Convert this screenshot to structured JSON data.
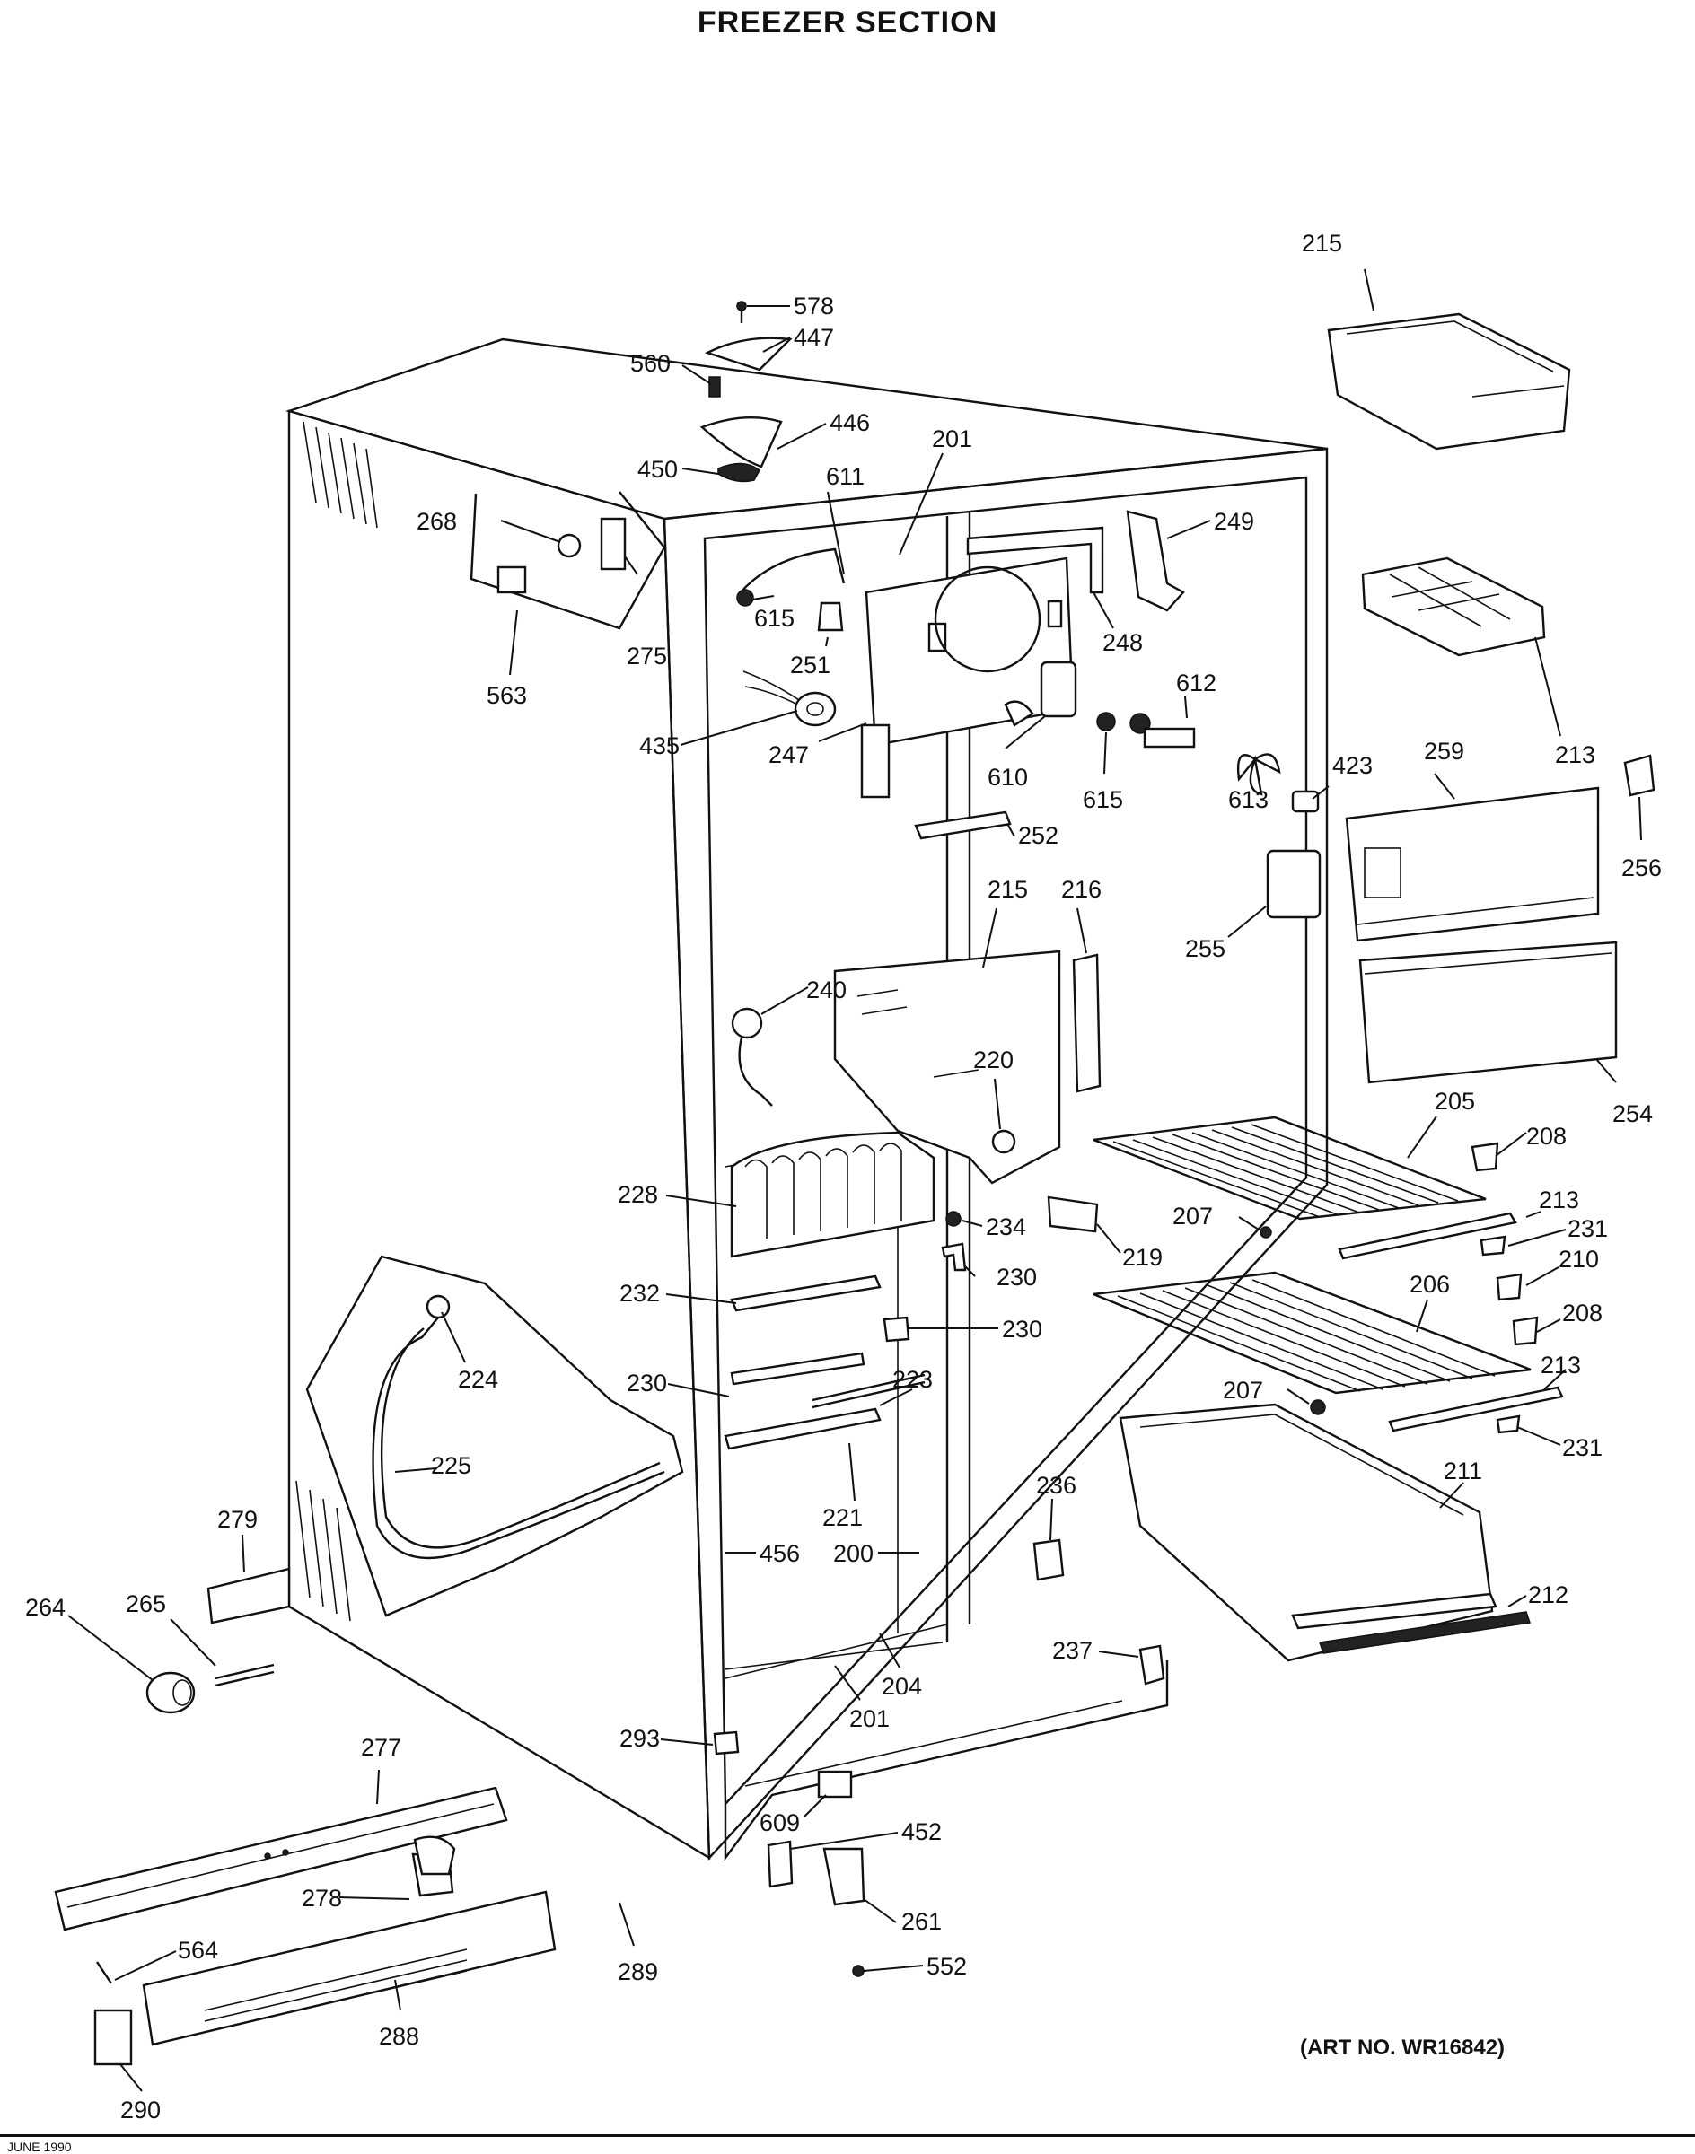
{
  "title": "FREEZER SECTION",
  "art_no": "(ART NO. WR16842)",
  "footer_code": "JUNE 1990",
  "callouts": [
    {
      "id": "c578",
      "label": "578"
    },
    {
      "id": "c447",
      "label": "447"
    },
    {
      "id": "c560",
      "label": "560"
    },
    {
      "id": "c446",
      "label": "446"
    },
    {
      "id": "c450",
      "label": "450"
    },
    {
      "id": "c201a",
      "label": "201"
    },
    {
      "id": "c611",
      "label": "611"
    },
    {
      "id": "c268",
      "label": "268"
    },
    {
      "id": "c249",
      "label": "249"
    },
    {
      "id": "c615a",
      "label": "615"
    },
    {
      "id": "c248",
      "label": "248"
    },
    {
      "id": "c275",
      "label": "275"
    },
    {
      "id": "c251",
      "label": "251"
    },
    {
      "id": "c563",
      "label": "563"
    },
    {
      "id": "c612",
      "label": "612"
    },
    {
      "id": "c435",
      "label": "435"
    },
    {
      "id": "c247",
      "label": "247"
    },
    {
      "id": "c610",
      "label": "610"
    },
    {
      "id": "c615b",
      "label": "615"
    },
    {
      "id": "c423",
      "label": "423"
    },
    {
      "id": "c613",
      "label": "613"
    },
    {
      "id": "c252",
      "label": "252"
    },
    {
      "id": "c215a",
      "label": "215"
    },
    {
      "id": "c215b",
      "label": "215"
    },
    {
      "id": "c216",
      "label": "216"
    },
    {
      "id": "c213a",
      "label": "213"
    },
    {
      "id": "c259",
      "label": "259"
    },
    {
      "id": "c256",
      "label": "256"
    },
    {
      "id": "c255",
      "label": "255"
    },
    {
      "id": "c240",
      "label": "240"
    },
    {
      "id": "c220",
      "label": "220"
    },
    {
      "id": "c254",
      "label": "254"
    },
    {
      "id": "c205",
      "label": "205"
    },
    {
      "id": "c208a",
      "label": "208"
    },
    {
      "id": "c228",
      "label": "228"
    },
    {
      "id": "c234",
      "label": "234"
    },
    {
      "id": "c207a",
      "label": "207"
    },
    {
      "id": "c213b",
      "label": "213"
    },
    {
      "id": "c231a",
      "label": "231"
    },
    {
      "id": "c219",
      "label": "219"
    },
    {
      "id": "c210",
      "label": "210"
    },
    {
      "id": "c230a",
      "label": "230"
    },
    {
      "id": "c232",
      "label": "232"
    },
    {
      "id": "c206",
      "label": "206"
    },
    {
      "id": "c208b",
      "label": "208"
    },
    {
      "id": "c230b",
      "label": "230"
    },
    {
      "id": "c224",
      "label": "224"
    },
    {
      "id": "c213c",
      "label": "213"
    },
    {
      "id": "c230c",
      "label": "230"
    },
    {
      "id": "c223",
      "label": "223"
    },
    {
      "id": "c207b",
      "label": "207"
    },
    {
      "id": "c231b",
      "label": "231"
    },
    {
      "id": "c225",
      "label": "225"
    },
    {
      "id": "c211",
      "label": "211"
    },
    {
      "id": "c236",
      "label": "236"
    },
    {
      "id": "c221",
      "label": "221"
    },
    {
      "id": "c279",
      "label": "279"
    },
    {
      "id": "c456",
      "label": "456"
    },
    {
      "id": "c200",
      "label": "200"
    },
    {
      "id": "c212",
      "label": "212"
    },
    {
      "id": "c264",
      "label": "264"
    },
    {
      "id": "c265",
      "label": "265"
    },
    {
      "id": "c237",
      "label": "237"
    },
    {
      "id": "c204",
      "label": "204"
    },
    {
      "id": "c201b",
      "label": "201"
    },
    {
      "id": "c293",
      "label": "293"
    },
    {
      "id": "c277",
      "label": "277"
    },
    {
      "id": "c609",
      "label": "609"
    },
    {
      "id": "c452",
      "label": "452"
    },
    {
      "id": "c278",
      "label": "278"
    },
    {
      "id": "c261",
      "label": "261"
    },
    {
      "id": "c564",
      "label": "564"
    },
    {
      "id": "c289",
      "label": "289"
    },
    {
      "id": "c552",
      "label": "552"
    },
    {
      "id": "c288",
      "label": "288"
    },
    {
      "id": "c290",
      "label": "290"
    }
  ]
}
